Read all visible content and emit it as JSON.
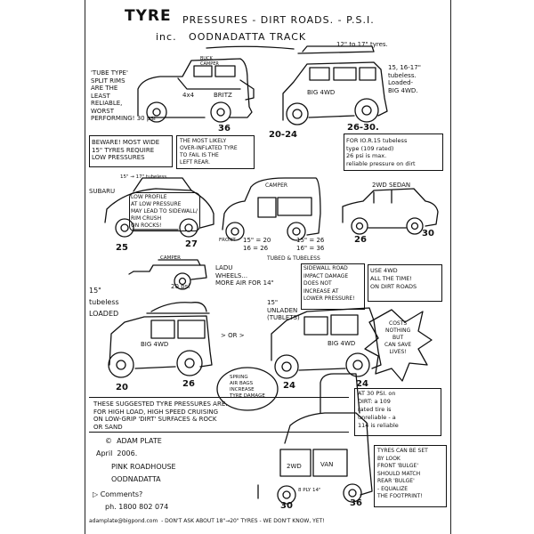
{
  "title": {
    "main": "TYRE",
    "rest": "PRESSURES - DIRT ROADS. - P.S.I.",
    "sub": "inc.   OODNADATTA TRACK",
    "range": "12\" to 17\" tyres."
  },
  "cars": {
    "buck_camper": "BUCK\nCAMPER",
    "britz_4x4": "4x4",
    "britz": "BRITZ",
    "britz_pressure": "36",
    "big4wd_top_label": "BIG 4WD",
    "big4wd_top_pressures": "20-24",
    "big4wd_top_right_pressures": "26-30.",
    "big4wd_top_note": "15, 16-17\"\ntubeless.\nLoaded-\nBIG 4WD.",
    "subaru": "SUBARU",
    "subaru_tyres": "15\" → 17\" tubeless.",
    "subaru_p1": "25",
    "subaru_p2": "27",
    "camper": "CAMPER",
    "camper_front": "FRONT",
    "camper_p1": "15\" = 20\n16 = 26",
    "camper_p2": "15\" = 26\n16\" = 36",
    "camper_tubes": "TUBED & TUBELESS",
    "sedan": "2WD SEDAN",
    "sedan_p1": "26",
    "sedan_p2": "30",
    "trailer_camper": "CAMPER",
    "trailer_pressure": "20 psi",
    "trailer_note": "LADU\nWHEELS...\nMORE AIR FOR 14\"",
    "loaded_size": "15\"\ntubeless\nLOADED",
    "loaded_label": "BIG 4WD",
    "loaded_p1": "20",
    "loaded_p2": "26",
    "or": "> OR >",
    "unladen_label": "15\"\nUNLADEN\n(TUBLETS)",
    "unladen_car": "BIG 4WD",
    "unladen_p1": "24",
    "unladen_p2": "24",
    "van_2wd": "2WD",
    "van": "VAN",
    "van_size": "8 PLY 14\"",
    "van_p1": "30",
    "van_p2": "36"
  },
  "notes": {
    "tube_type": "'TUBE TYPE'\nSPLIT RIMS\nARE THE\nLEAST\nRELIABLE,\nWORST\nPERFORMING! 30 psi",
    "beware": "BEWARE! MOST WIDE\n15\" TYRES REQUIRE\nLOW PRESSURES",
    "left_rear": "THE MOST LIKELY\nOVER-INFLATED TYRE\nTO FAIL IS THE\nLEFT REAR.",
    "ioris": "FOR IO.R.15 tubeless\ntype (109 rated)\n26 psi is max.\nreliable pressure on dirt",
    "low_profile": "LOW PROFILE\nAT LOW PRESSURE\nMAY LEAD TO SIDEWALL/\nRIM CRUSH\nON ROCKS!",
    "sidewall": "SIDEWALL ROAD\nIMPACT DAMAGE\nDOES NOT\nINCREASE AT\nLOWER PRESSURE!",
    "use4wd": "USE 4WD\nALL THE TIME!\nON DIRT ROADS",
    "costs": "COSTS\nNOTHING\nBUT\nCAN SAVE\nLIVES!",
    "spring": "SPRING\nAIR BAGS\nINCREASE\nTYRE DAMAGE",
    "suggested": "THESE SUGGESTED TYRE PRESSURES ARE.\nFOR HIGH LOAD, HIGH SPEED CRUISING\nON LOW-GRIP 'DIRT' SURFACES & ROCK\nOR SAND",
    "at30": "AT 30 PSI. on\nDIRT: a 109\nrated tire is\nunreliable - a\n114 is reliable",
    "look": "TYRES CAN BE SET\nBY LOOK\nFRONT 'BULGE'\nSHOULD MATCH\nREAR 'BULGE'\n- EQUALIZE\nTHE FOOTPRINT!"
  },
  "credits": {
    "copyright": "©  ADAM PLATE",
    "date": "April  2006.",
    "place1": "PINK ROADHOUSE",
    "place2": "OODNADATTA",
    "comments": "▷ Comments?",
    "phone": "ph. 1800 802 074",
    "email_line": "adamplate@bigpond.com  - DON'T ASK ABOUT 18\"→20\" TYRES - WE DON'T KNOW, YET!"
  }
}
